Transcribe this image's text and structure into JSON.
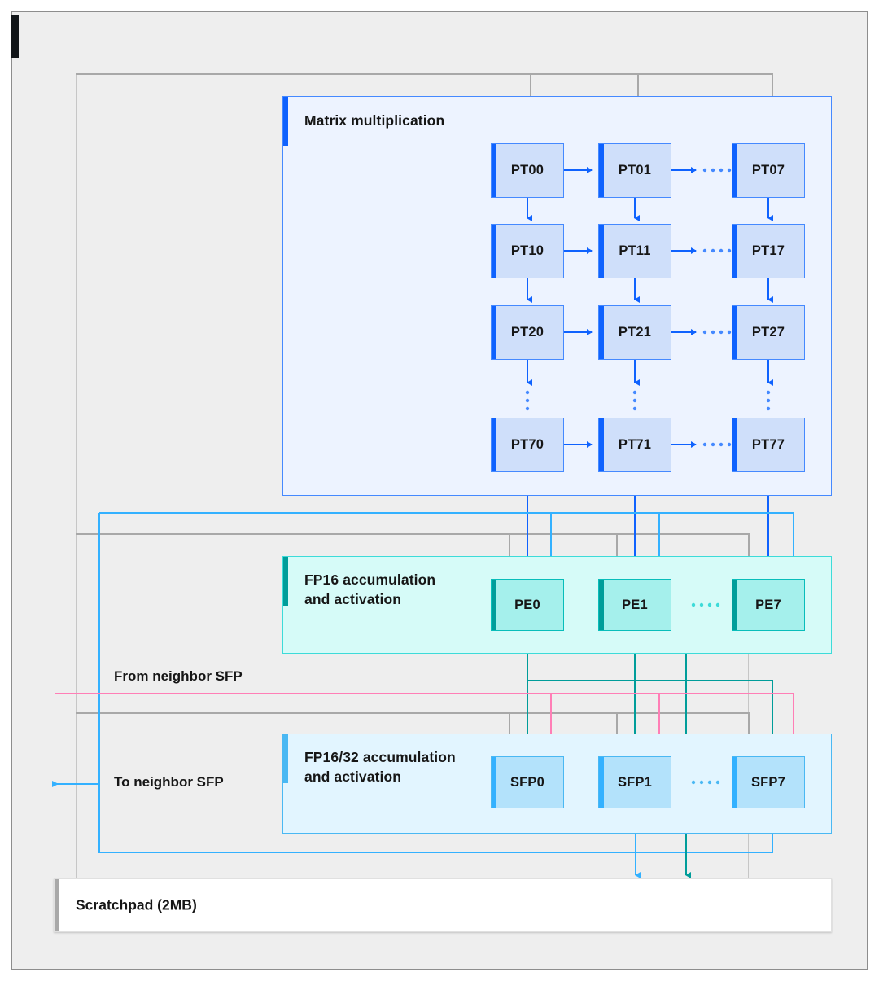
{
  "diagram": {
    "title_accent_color": "#121619",
    "background": "#eeeeee",
    "sections": {
      "matrix_multiplication": {
        "label": "Matrix multiplication",
        "accent_color": "#0f62fe",
        "fill": "#edf3ff",
        "units": [
          [
            "PT00",
            "PT01",
            "PT07"
          ],
          [
            "PT10",
            "PT11",
            "PT17"
          ],
          [
            "PT20",
            "PT21",
            "PT27"
          ],
          [
            "PT70",
            "PT71",
            "PT77"
          ]
        ]
      },
      "fp16_accumulation": {
        "label": "FP16 accumulation\nand activation",
        "accent_color": "#009d9a",
        "fill": "#d6fbf8",
        "units": [
          "PE0",
          "PE1",
          "PE7"
        ]
      },
      "fp1632_accumulation": {
        "label": "FP16/32 accumulation\nand activation",
        "accent_color": "#4ab8f3",
        "fill": "#e2f5ff",
        "units": [
          "SFP0",
          "SFP1",
          "SFP7"
        ]
      },
      "scratchpad": {
        "label": "Scratchpad (2MB)",
        "accent_color": "#a8a8a8",
        "fill": "#ffffff"
      }
    },
    "io_labels": {
      "from_neighbor": "From neighbor SFP",
      "to_neighbor": "To neighbor SFP"
    },
    "wire_colors": {
      "gray": "#a8a8a8",
      "blue": "#0f62fe",
      "light_blue": "#33b1ff",
      "teal": "#009d9a",
      "pink": "#ff7eb6"
    },
    "ellipsis": "·····"
  }
}
